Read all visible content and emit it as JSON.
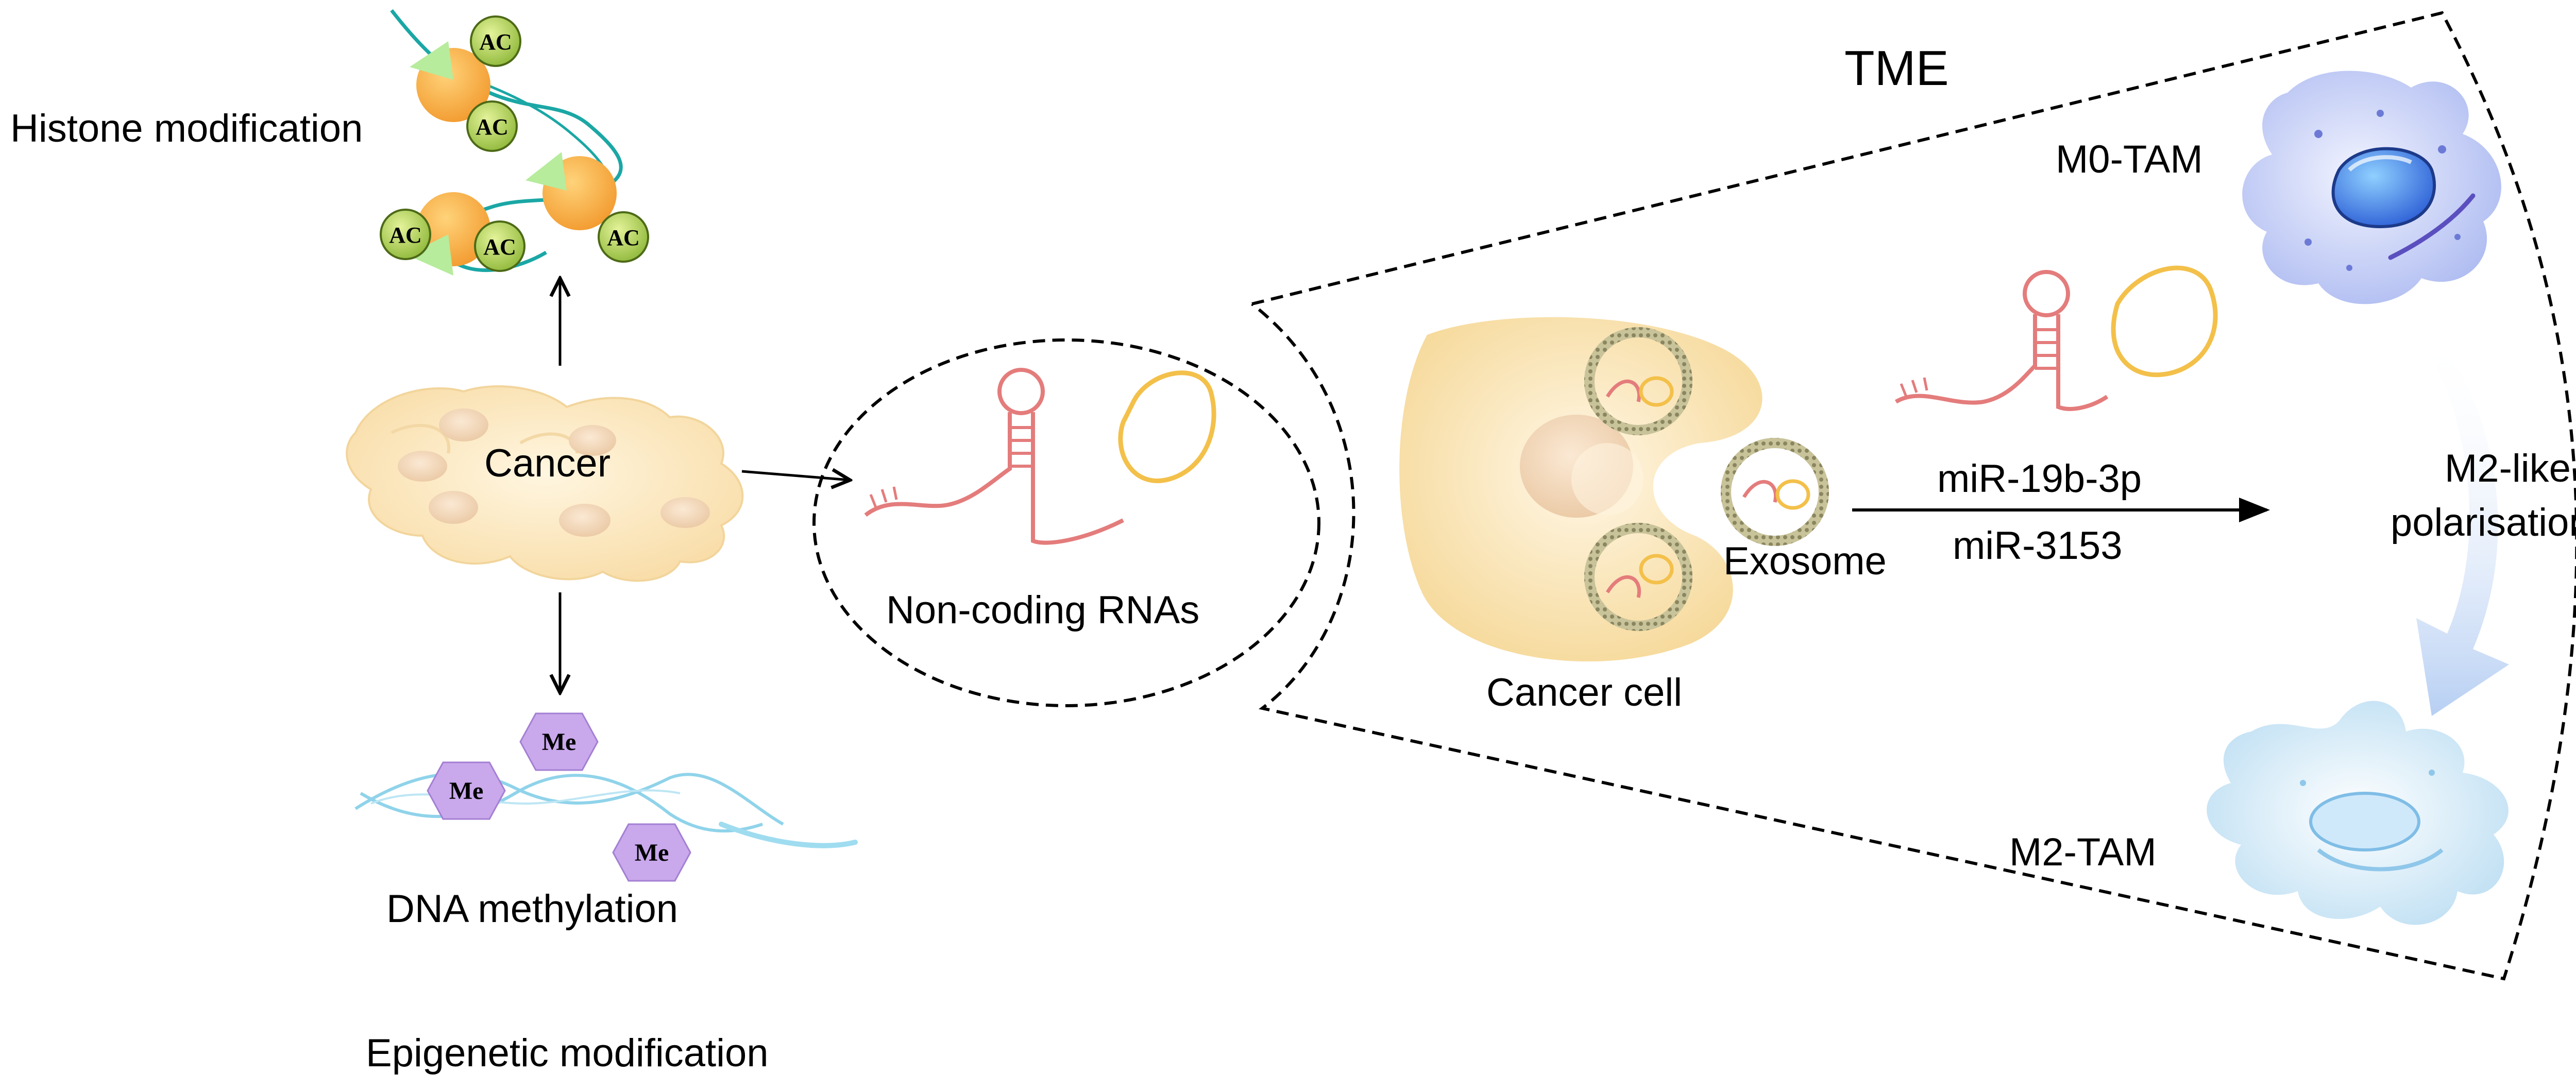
{
  "labels": {
    "histone": "Histone modification",
    "cancer": "Cancer",
    "dna_methylation": "DNA methylation",
    "epigenetic": "Epigenetic modification",
    "noncoding": "Non-coding RNAs",
    "tme": "TME",
    "cancer_cell": "Cancer cell",
    "exosome": "Exosome",
    "mir1": "miR-19b-3p",
    "mir2": "miR-3153",
    "m0": "M0-TAM",
    "m2": "M2-TAM",
    "polarisation_1": "M2-like",
    "polarisation_2": "polarisation"
  },
  "marks": {
    "acetyl": "AC",
    "methyl": "Me"
  },
  "colors": {
    "histone_orange": "#f5a53a",
    "ac_green": "#a8cc4a",
    "triangle_green": "#b6ec9c",
    "dna_teal": "#1aa7a5",
    "cancer_fill": "#fbe3b4",
    "rna_red": "#e47c7c",
    "circrna_yellow": "#f3c04a",
    "me_purple": "#c9a8ec",
    "dna_cyan": "#8fd3ea",
    "m0_blue": "#b8c4f3",
    "m2_blue": "#cbe6f6",
    "arrow_blue": "#c9dcf6"
  }
}
